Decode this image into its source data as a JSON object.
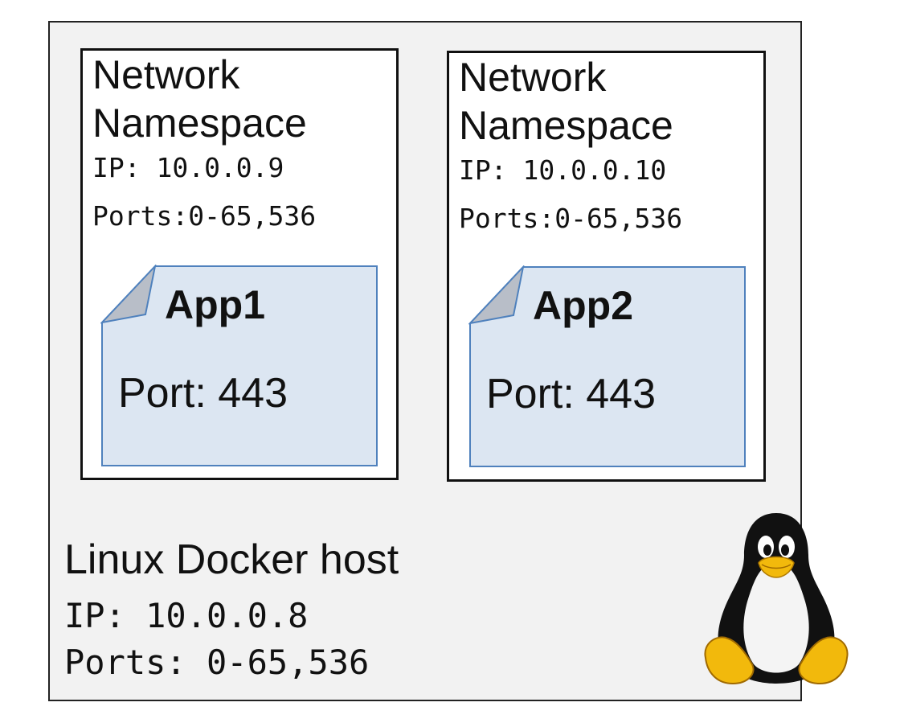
{
  "host": {
    "label": "Linux Docker host",
    "ip": "IP: 10.0.0.8",
    "ports": "Ports: 0-65,536"
  },
  "namespaces": [
    {
      "title": "Network\nNamespace",
      "ip": "IP: 10.0.0.9",
      "ports": "Ports:0-65,536",
      "app": {
        "name": "App1",
        "port": "Port: 443"
      }
    },
    {
      "title": "Network\nNamespace",
      "ip": "IP: 10.0.0.10",
      "ports": "Ports:0-65,536",
      "app": {
        "name": "App2",
        "port": "Port: 443"
      }
    }
  ],
  "colors": {
    "app_fill": "#dce6f2",
    "app_border": "#4f81bd",
    "app_fold": "#b8bec8",
    "host_fill": "#f2f2f2"
  },
  "icons": {
    "mascot": "tux-penguin-icon"
  }
}
